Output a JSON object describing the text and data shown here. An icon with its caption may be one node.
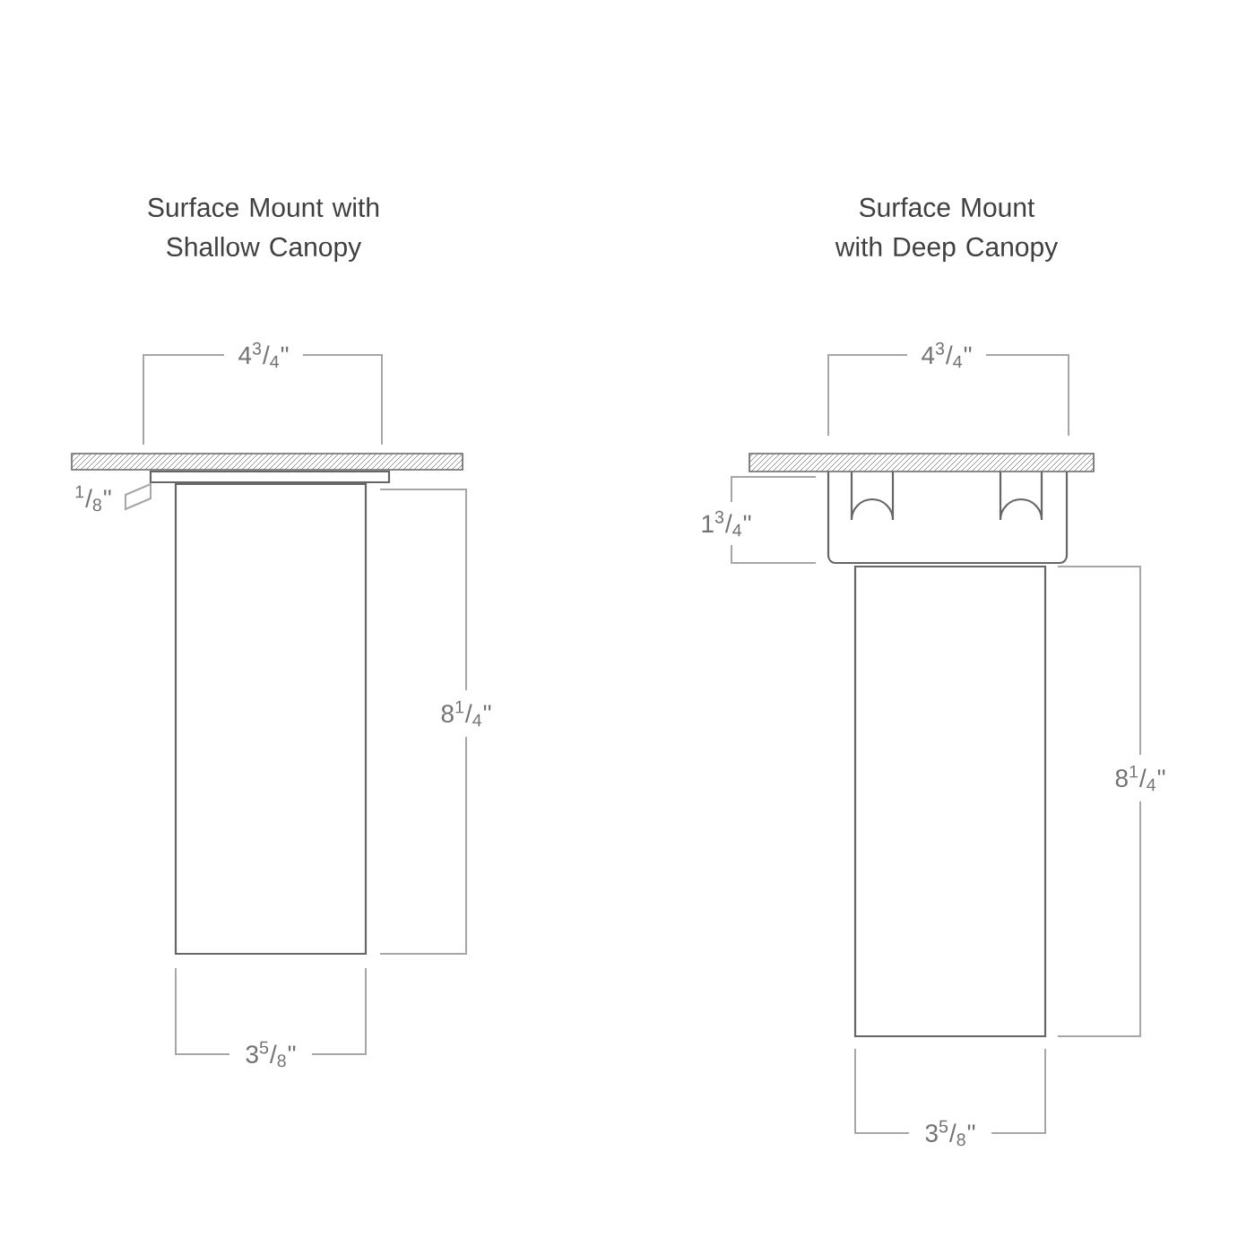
{
  "diagram": {
    "labels": [
      "Surface Mount with Shallow Canopy",
      "Surface Mount with Deep Canopy",
      "4$^{3}$/$_{4}$\"",
      "4$^{3}$/$_{4}$\"",
      "$^{1}$/$_{8}$\"",
      "1$^{3}$/$_{4}$\"",
      "8$^{1}$/$_{4}$\"",
      "8$^{1}$/$_{4}$\"",
      "3$^{5}$/$_{8}$\"",
      "3$^{5}$/$_{8}$\""
    ]
  }
}
